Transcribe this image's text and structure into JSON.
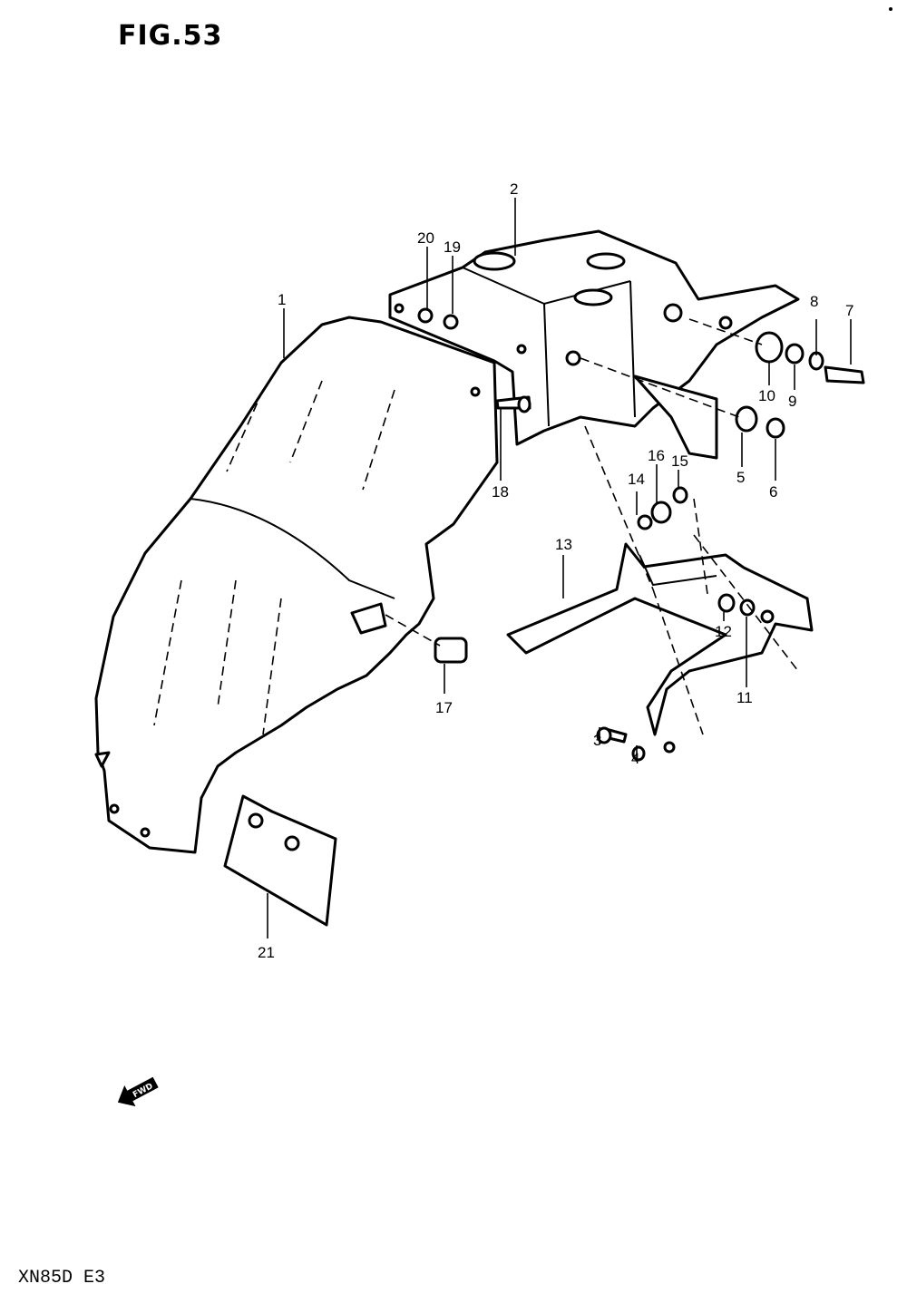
{
  "figure_title": "FIG.53",
  "model_code": "XN85D  E3",
  "fwd_label": "FWD",
  "parts": {
    "p1": "1",
    "p2": "2",
    "p3": "3",
    "p4": "4",
    "p5": "5",
    "p6": "6",
    "p7": "7",
    "p8": "8",
    "p9": "9",
    "p10": "10",
    "p11": "11",
    "p12": "12",
    "p13": "13",
    "p14": "14",
    "p15": "15",
    "p16": "16",
    "p17": "17",
    "p18": "18",
    "p19": "19",
    "p20": "20",
    "p21": "21"
  }
}
